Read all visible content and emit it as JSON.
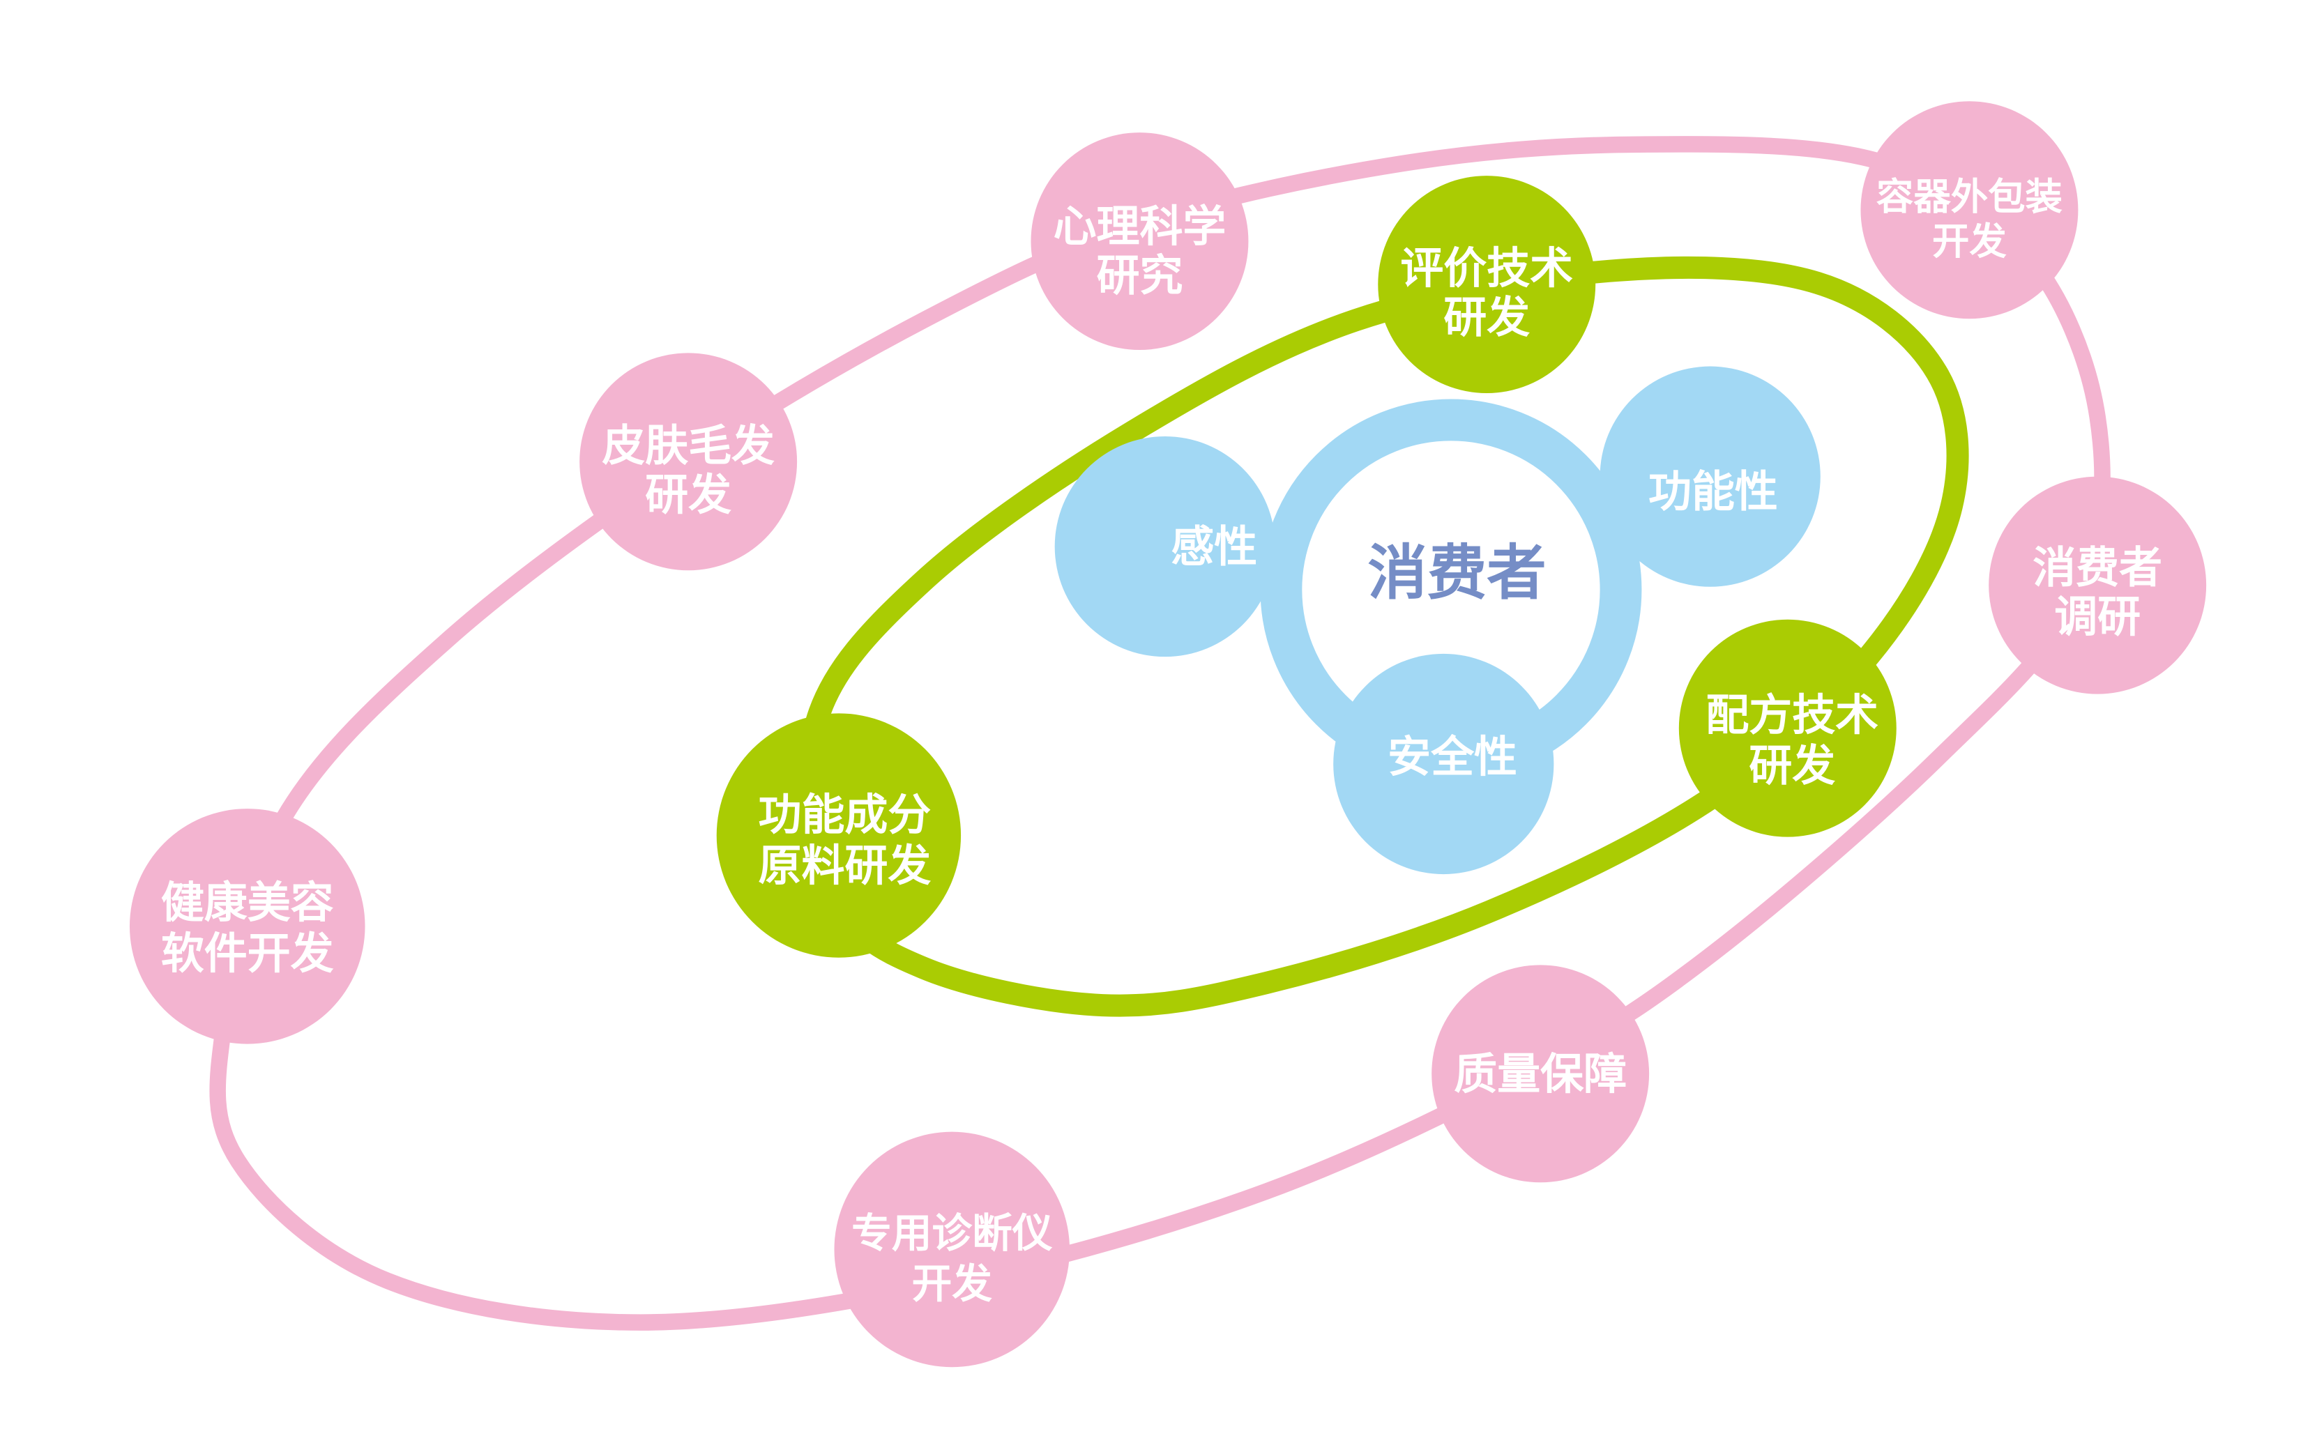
{
  "colors": {
    "pink": "#F3B4D0",
    "green": "#AACC03",
    "blue": "#A2D8F4",
    "center_text": "#758DC6"
  },
  "center": {
    "label": "消费者"
  },
  "inner": [
    {
      "label": "感性"
    },
    {
      "label": "功能性"
    },
    {
      "label": "安全性"
    }
  ],
  "middle": [
    {
      "lines": [
        "评价技术",
        "研发"
      ]
    },
    {
      "lines": [
        "配方技术",
        "研发"
      ]
    },
    {
      "lines": [
        "功能成分",
        "原料研发"
      ]
    }
  ],
  "outer": [
    {
      "lines": [
        "心理科学",
        "研究"
      ]
    },
    {
      "lines": [
        "皮肤毛发",
        "研发"
      ]
    },
    {
      "lines": [
        "容器外包装",
        "开发"
      ]
    },
    {
      "lines": [
        "消费者",
        "调研"
      ]
    },
    {
      "lines": [
        "健康美容",
        "软件开发"
      ]
    },
    {
      "lines": [
        "质量保障"
      ]
    },
    {
      "lines": [
        "专用诊断仪",
        "开发"
      ]
    }
  ]
}
